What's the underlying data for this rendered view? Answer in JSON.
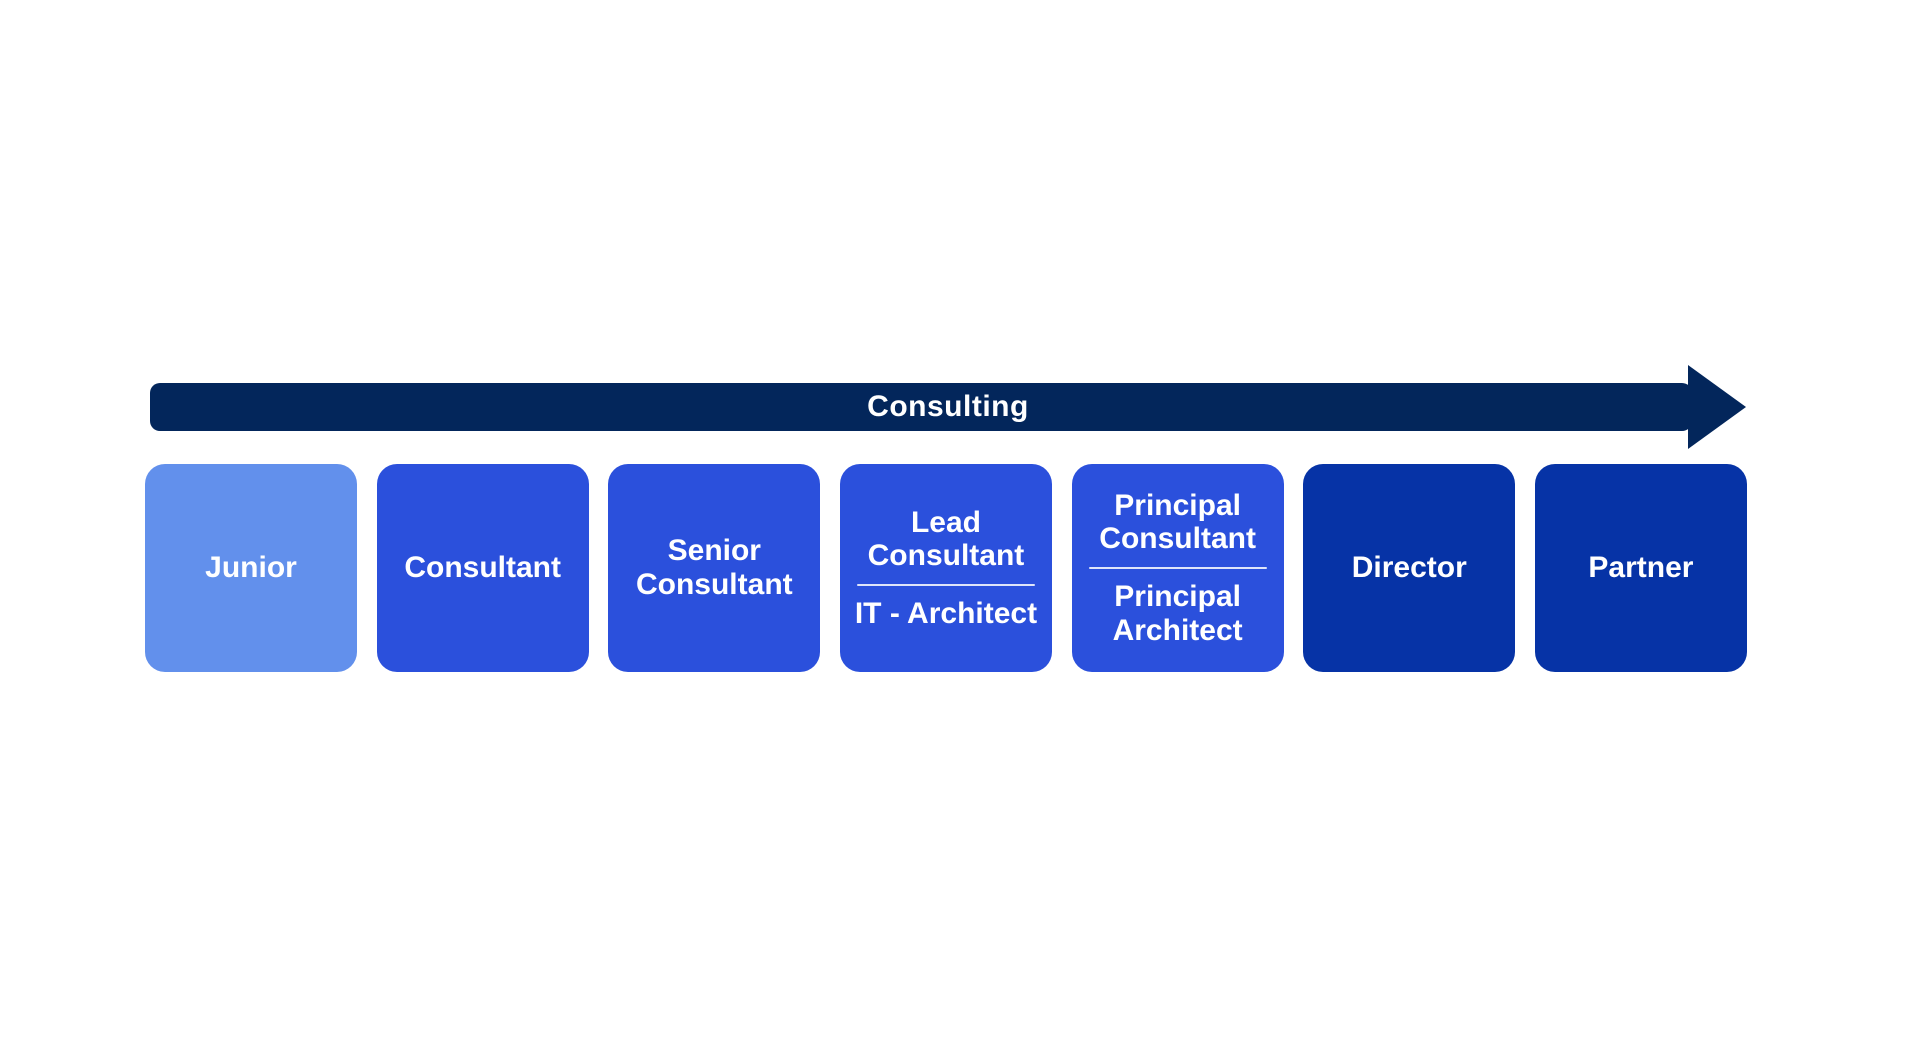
{
  "arrow": {
    "label": "Consulting",
    "color": "#03265B"
  },
  "colors": {
    "light": "#6290EC",
    "mid": "#2B50DC",
    "dark": "#0633A6",
    "text": "#FFFFFF",
    "background": "#FFFFFF"
  },
  "stages": [
    {
      "primary": "Junior",
      "secondary": "",
      "tone": "light"
    },
    {
      "primary": "Consultant",
      "secondary": "",
      "tone": "mid"
    },
    {
      "primary": "Senior Consultant",
      "secondary": "",
      "tone": "mid"
    },
    {
      "primary": "Lead Consultant",
      "secondary": "IT - Architect",
      "tone": "mid"
    },
    {
      "primary": "Principal Consultant",
      "secondary": "Principal Architect",
      "tone": "mid"
    },
    {
      "primary": "Director",
      "secondary": "",
      "tone": "dark"
    },
    {
      "primary": "Partner",
      "secondary": "",
      "tone": "dark"
    }
  ]
}
